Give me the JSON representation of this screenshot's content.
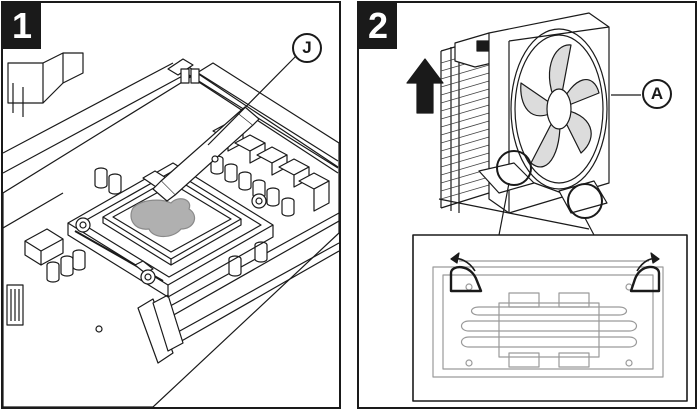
{
  "steps": [
    {
      "number": "1",
      "callout": "J"
    },
    {
      "number": "2",
      "callout": "A"
    }
  ],
  "colors": {
    "line": "#1a1a1a",
    "thermal_paste": "#b0b0b0",
    "fan_blade": "#dcdcdc",
    "detail_gray": "#9a9a9a"
  }
}
